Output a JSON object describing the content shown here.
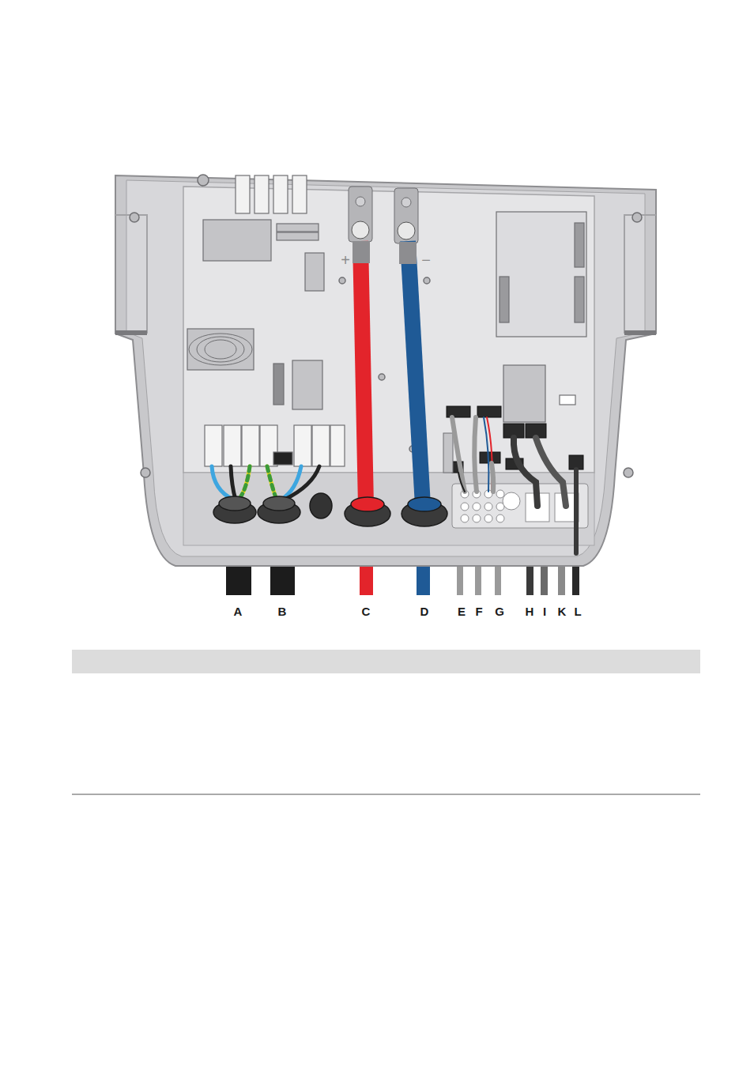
{
  "diagram": {
    "labels": [
      "+",
      "−",
      "A",
      "B",
      "C",
      "D",
      "E",
      "F",
      "G",
      "H",
      "I",
      "K",
      "L"
    ]
  }
}
